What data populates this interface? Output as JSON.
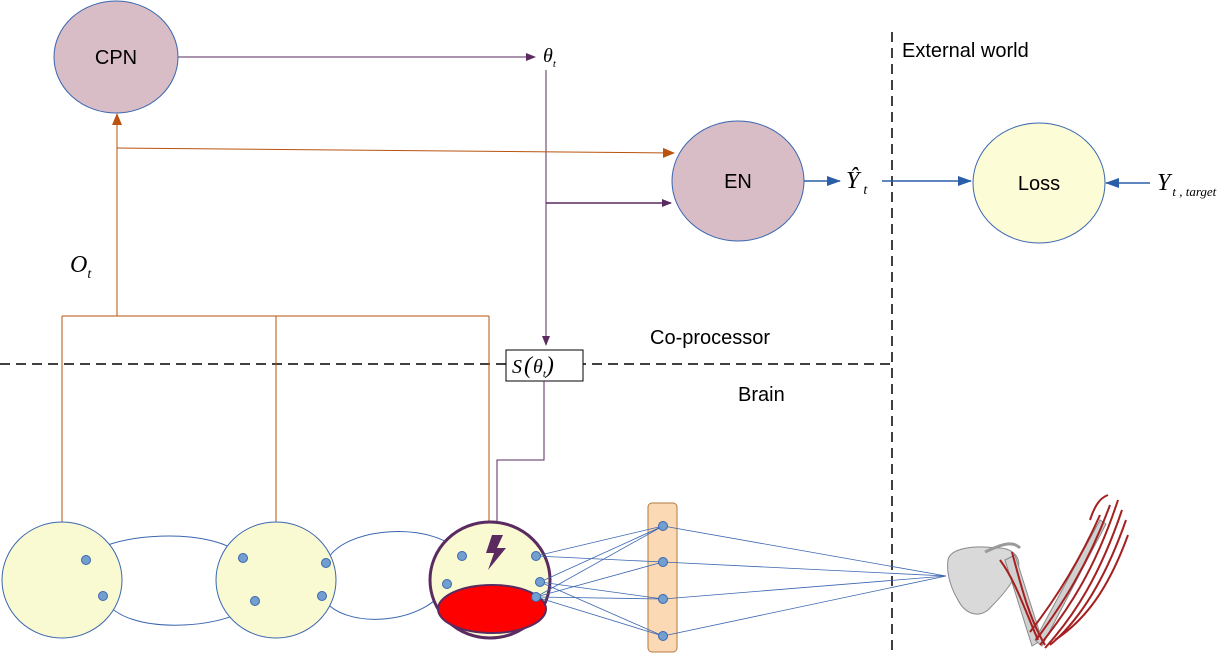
{
  "nodes": {
    "cpn": {
      "label": "CPN"
    },
    "en": {
      "label": "EN"
    },
    "loss": {
      "label": "Loss"
    }
  },
  "variables": {
    "theta": {
      "base": "θ",
      "sub": "t"
    },
    "y_hat": {
      "base": "Ŷ",
      "sub": "t"
    },
    "y_target": {
      "base": "Y",
      "sub": "t , target"
    },
    "o_t": {
      "base": "O",
      "sub": "t"
    },
    "stim": {
      "prefix": "S",
      "open": "(",
      "base": "θ",
      "sub": "t",
      "close": ")"
    }
  },
  "regions": {
    "external": "External world",
    "coprocessor": "Co-processor",
    "brain": "Brain"
  },
  "colors": {
    "node_fill": "#d8bcc6",
    "loss_fill": "#fcfcd6",
    "brain_fill": "#fafad2",
    "dot": "#729fcf",
    "purple": "#5a2a60",
    "orange": "#b9530e",
    "blue": "#2a5fa8",
    "red": "#ff0000",
    "readout_fill": "#fcd9b5"
  },
  "icons": [
    "lightning-icon",
    "arm-icon"
  ]
}
